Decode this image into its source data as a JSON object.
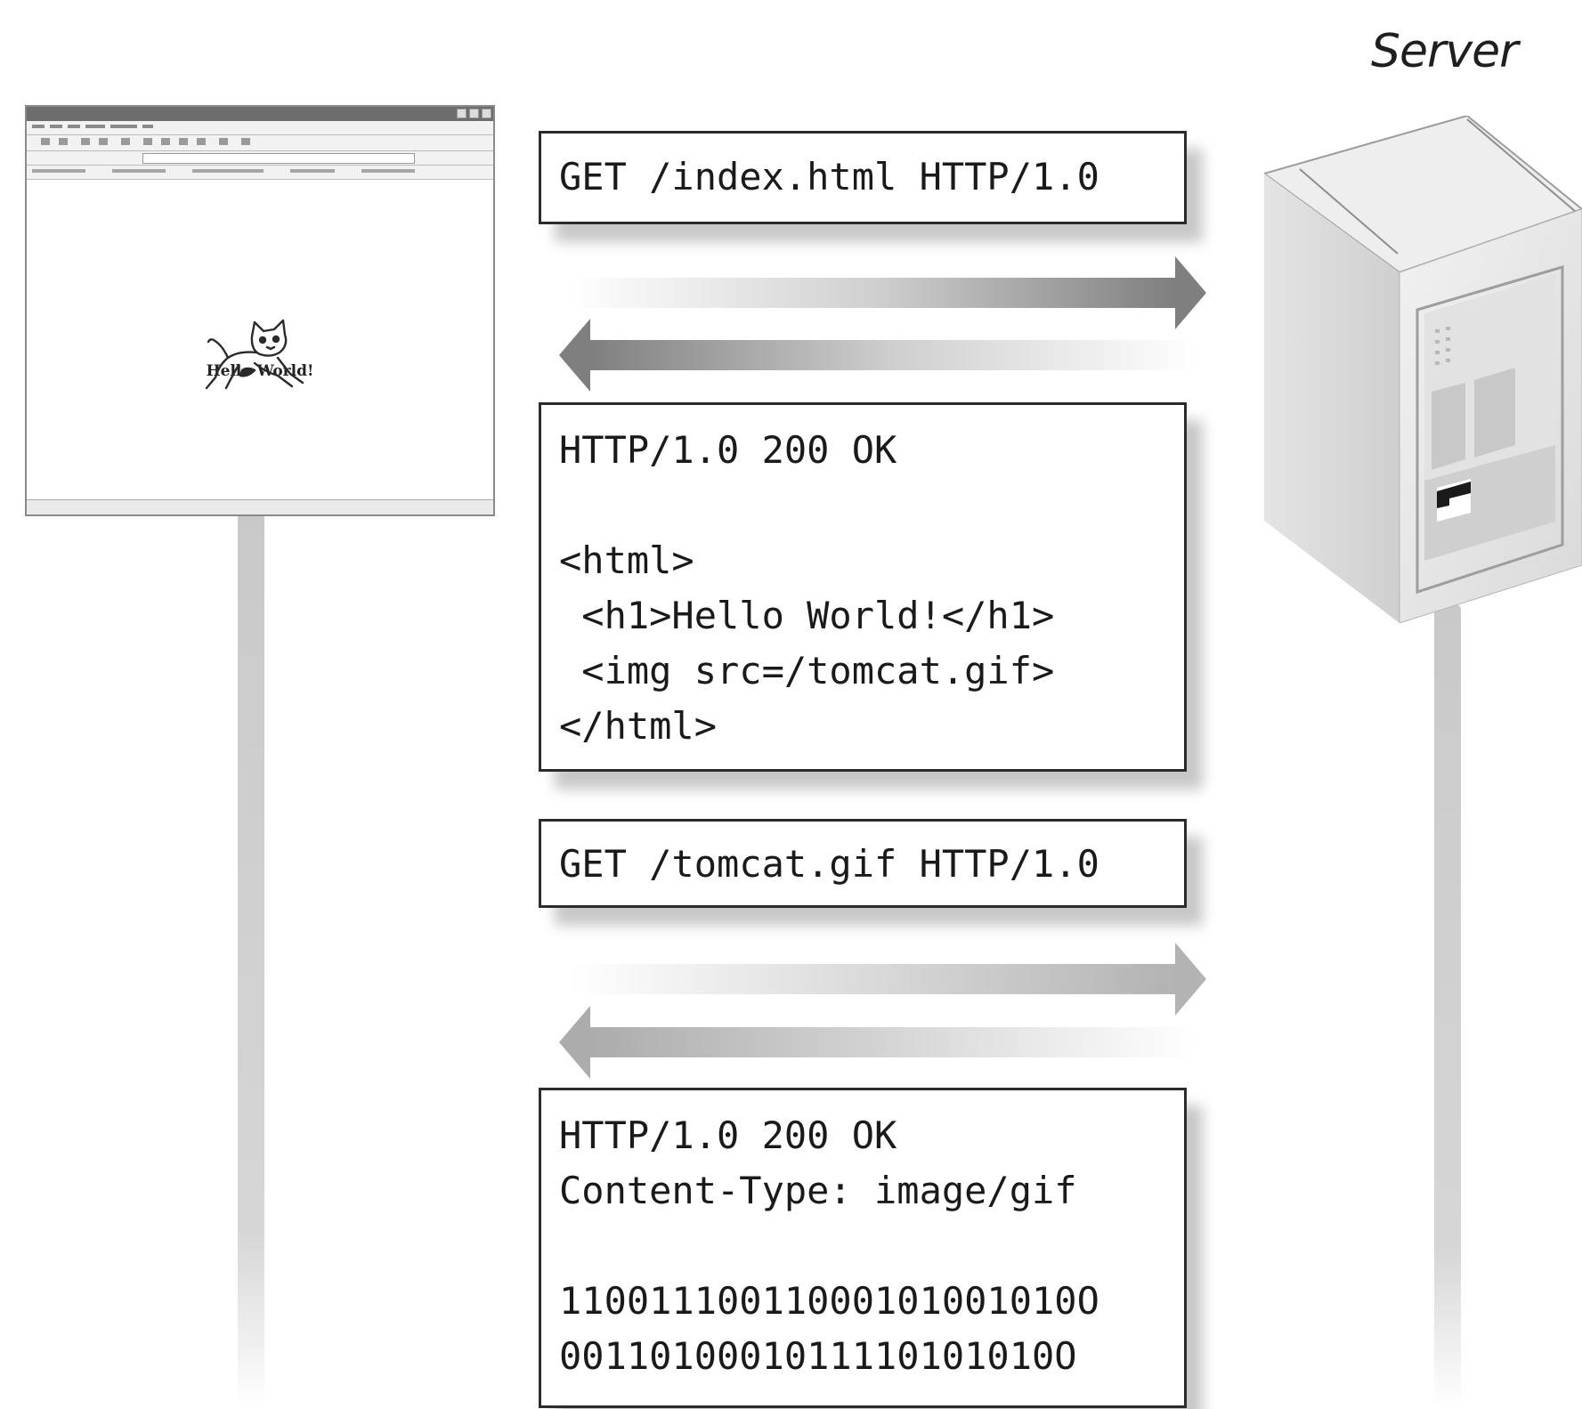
{
  "server": {
    "label": "Server"
  },
  "browser": {
    "title": "",
    "content_text": "Hello World!"
  },
  "messages": {
    "request_1": {
      "line": "GET /index.html HTTP/1.0"
    },
    "response_1": {
      "status": "HTTP/1.0 200 OK",
      "body_lines": [
        "<html>",
        " <h1>Hello World!</h1>",
        " <img src=/tomcat.gif>",
        "</html>"
      ]
    },
    "request_2": {
      "line": "GET /tomcat.gif HTTP/1.0"
    },
    "response_2": {
      "status": "HTTP/1.0 200 OK",
      "header": "Content-Type: image/gif",
      "data_lines": [
        "11001110011000101001010O",
        "0011010001011110101010O"
      ]
    }
  },
  "colors": {
    "box_border": "#2b2b2b",
    "arrow_dark": "#8f8f8f",
    "lifeline": "#cfcfcf"
  }
}
